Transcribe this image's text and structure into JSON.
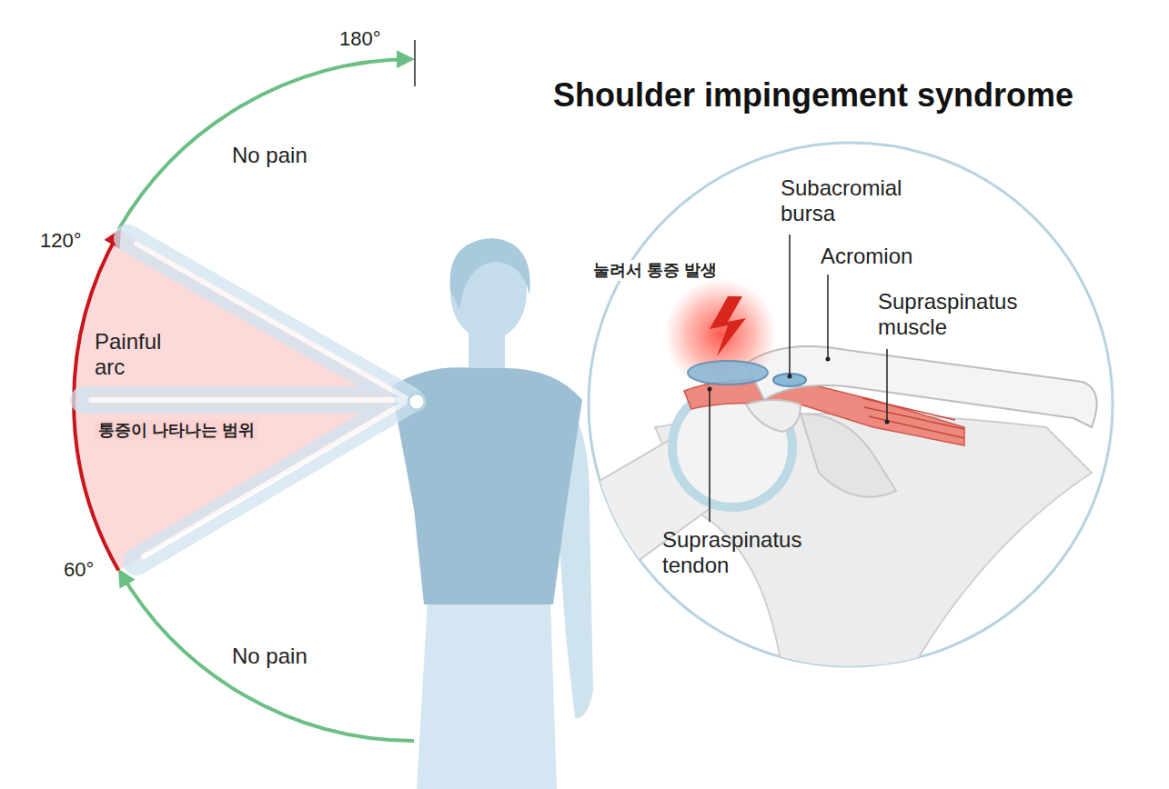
{
  "diagram": {
    "title": "Shoulder impingement syndrome",
    "labels": [
      "180°",
      "No pain",
      "120°",
      "Painful arc",
      "통증이 나타나는 범위",
      "60°",
      "No pain",
      "눌려서 통증 발생",
      "Subacromial bursa",
      "Acromion",
      "Supraspinatus muscle",
      "Supraspinatus tendon"
    ]
  }
}
